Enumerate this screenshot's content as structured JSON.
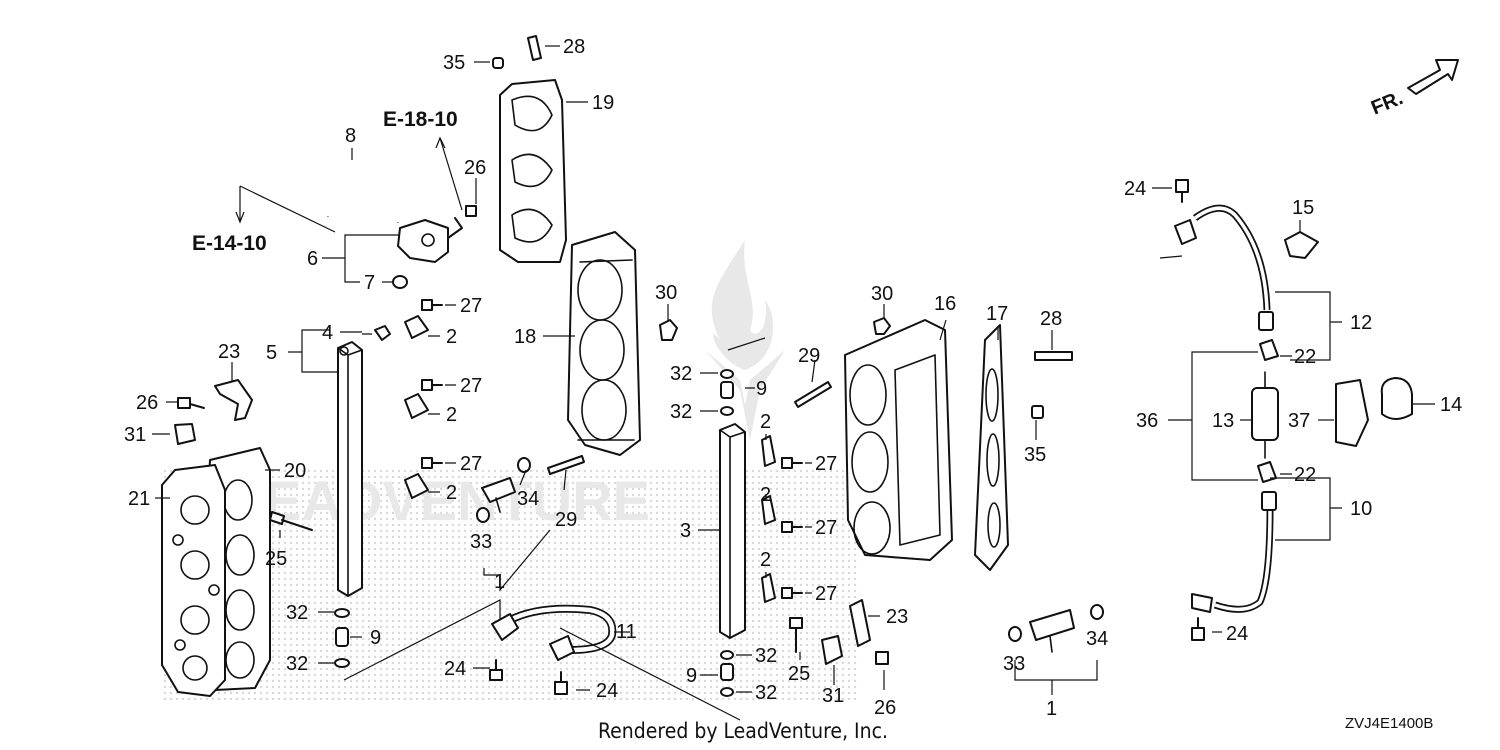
{
  "diagram": {
    "references": [
      "E-18-10",
      "E-14-10"
    ],
    "direction_label": "FR.",
    "footer": "Rendered by LeadVenture, Inc.",
    "diagram_code": "ZVJ4E1400B",
    "watermark": "LEADVENTURE",
    "callouts": [
      "35",
      "28",
      "19",
      "8",
      "26",
      "6",
      "7",
      "27",
      "4",
      "2",
      "5",
      "23",
      "26",
      "31",
      "20",
      "21",
      "25",
      "32",
      "9",
      "32",
      "27",
      "2",
      "27",
      "2",
      "33",
      "34",
      "29",
      "1",
      "18",
      "30",
      "32",
      "9",
      "32",
      "2",
      "27",
      "3",
      "2",
      "27",
      "2",
      "27",
      "30",
      "16",
      "17",
      "28",
      "29",
      "23",
      "25",
      "31",
      "26",
      "11",
      "24",
      "24",
      "9",
      "32",
      "32",
      "24",
      "15",
      "12",
      "22",
      "36",
      "13",
      "37",
      "14",
      "35",
      "22",
      "10",
      "33",
      "34",
      "1",
      "24"
    ]
  }
}
